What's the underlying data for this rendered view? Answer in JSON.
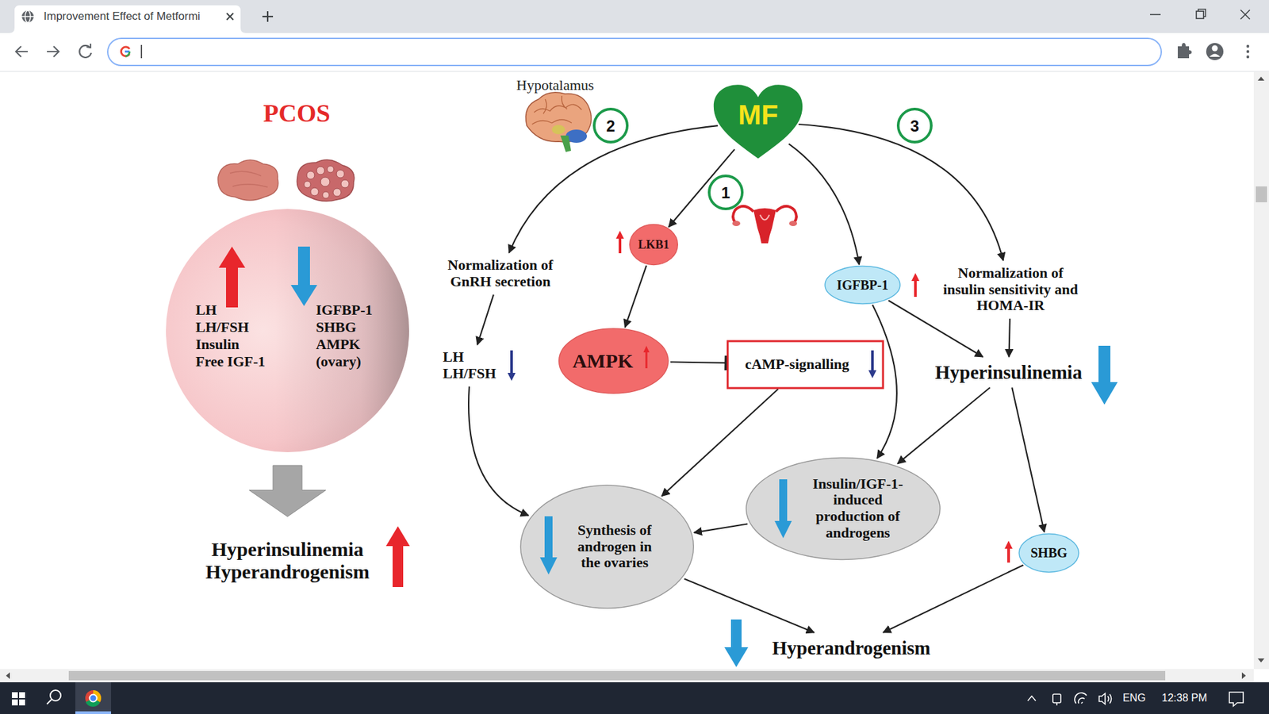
{
  "diagram": {
    "nodes": [
      {
        "text": [
          "LH LH/FSH Insulin Free IGF-1",
          "IGFBP-1 SHBG AMPK (ovary)"
        ]
      },
      {
        "text": [
          "Hyperinsulinemia Hyperandrogenism"
        ]
      },
      {
        "text": [
          "MF"
        ]
      },
      {
        "text": [
          "Normalization of GnRH secretion"
        ]
      },
      {
        "text": [
          "LKB1"
        ]
      },
      {
        "text": [
          "IGFBP-1"
        ]
      },
      {
        "text": [
          "Normalization of insulin sensitivity and HOMA-IR"
        ]
      },
      {
        "text": [
          "LH LH/FSH"
        ]
      },
      {
        "text": [
          "AMPK"
        ]
      },
      {
        "text": [
          "cAMP-signalling"
        ]
      },
      {
        "text": [
          "Hyperinsulinemia"
        ]
      },
      {
        "text": [
          "Synthesis of androgen in the ovaries"
        ]
      },
      {
        "text": [
          "Insulin/IGF-1-induced production of androgens"
        ]
      },
      {
        "text": [
          "SHBG"
        ]
      },
      {
        "text": [
          "Hyperandrogenism"
        ]
      }
    ],
    "edges": [
      {
        "from": 0,
        "to": 1,
        "arrow": "to"
      },
      {
        "from": 2,
        "to": 3,
        "arrow": "to"
      },
      {
        "from": 2,
        "to": 4,
        "arrow": "to"
      },
      {
        "from": 2,
        "to": 5,
        "arrow": "to"
      },
      {
        "from": 2,
        "to": 6,
        "arrow": "to"
      },
      {
        "from": 3,
        "to": 7,
        "arrow": "to"
      },
      {
        "from": 4,
        "to": 8,
        "arrow": "to"
      },
      {
        "from": 8,
        "to": 9,
        "arrow": "to"
      },
      {
        "from": 5,
        "to": 10,
        "arrow": "to"
      },
      {
        "from": 5,
        "to": 12,
        "arrow": "to"
      },
      {
        "from": 6,
        "to": 10,
        "arrow": "to"
      },
      {
        "from": 7,
        "to": 11,
        "arrow": "to"
      },
      {
        "from": 9,
        "to": 11,
        "arrow": "to"
      },
      {
        "from": 10,
        "to": 12,
        "arrow": "to"
      },
      {
        "from": 10,
        "to": 13,
        "arrow": "to"
      },
      {
        "from": 12,
        "to": 11,
        "arrow": "to"
      },
      {
        "from": 11,
        "to": 14,
        "arrow": "to"
      },
      {
        "from": 13,
        "to": 14,
        "arrow": "to"
      }
    ],
    "labels": [
      "Improvement Effect of Metformi",
      "PCOS",
      "Hypotalamus",
      "2",
      "1",
      "3",
      "ENG",
      "12:38 PM"
    ]
  }
}
